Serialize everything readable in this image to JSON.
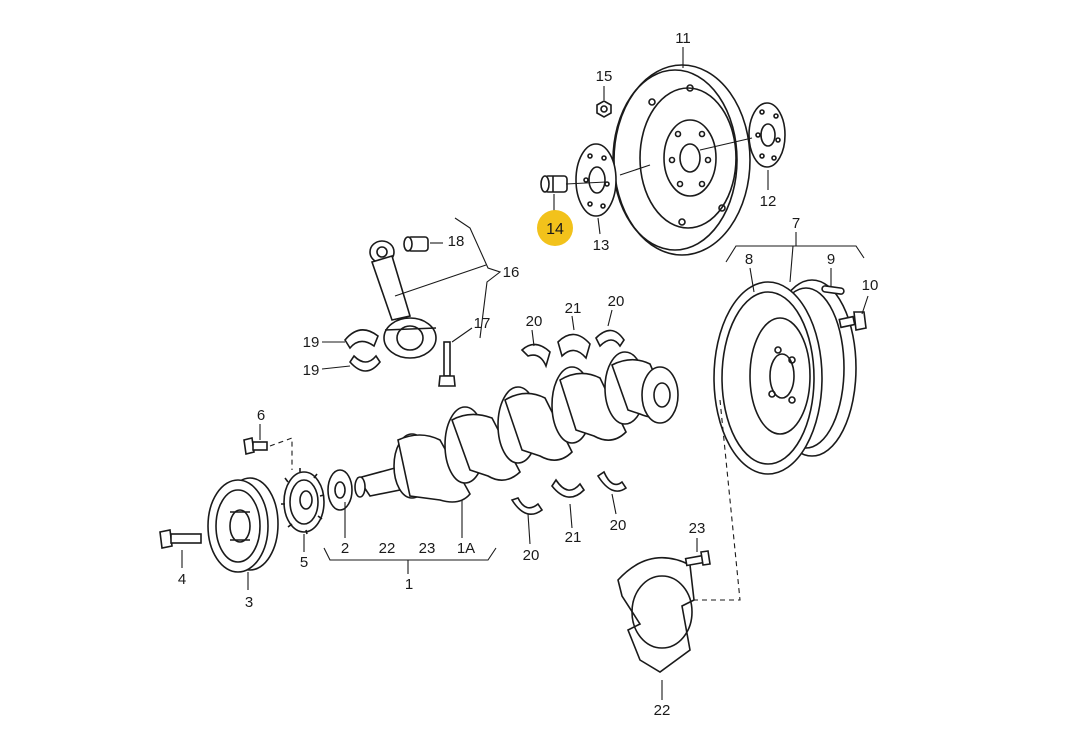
{
  "diagram": {
    "highlight_color": "#f2c21b",
    "highlighted_label": "14",
    "labels": {
      "l11": "11",
      "l15": "15",
      "l12": "12",
      "l13": "13",
      "l14": "14",
      "l18": "18",
      "l16": "16",
      "l17": "17",
      "l19a": "19",
      "l19b": "19",
      "l7": "7",
      "l8": "8",
      "l9": "9",
      "l10": "10",
      "l20a": "20",
      "l21a": "21",
      "l20b": "20",
      "l6": "6",
      "l4": "4",
      "l3": "3",
      "l5": "5",
      "l2": "2",
      "l22a": "22",
      "l23a": "23",
      "l1A": "1A",
      "l1": "1",
      "l20c": "20",
      "l21b": "21",
      "l20d": "20",
      "l23b": "23",
      "l22b": "22"
    }
  }
}
